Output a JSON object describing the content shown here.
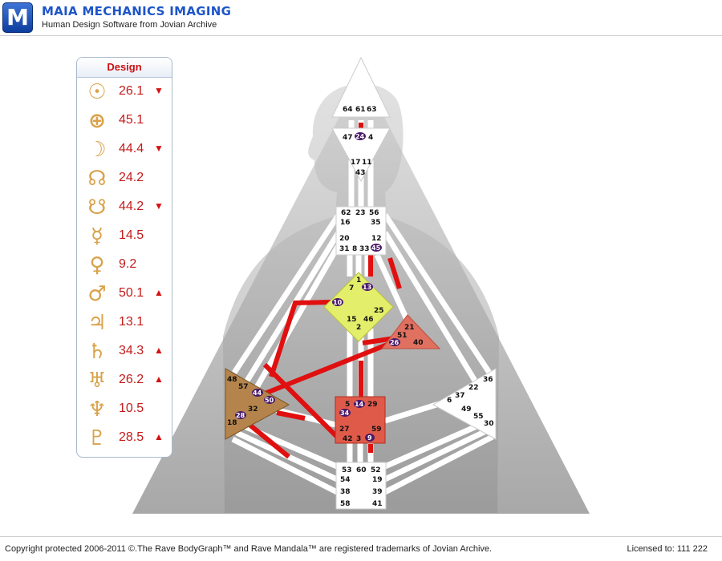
{
  "header": {
    "logo_letter": "M",
    "title": "MAIA MECHANICS IMAGING",
    "subtitle": "Human Design Software from Jovian Archive"
  },
  "panel": {
    "title": "Design",
    "planets": [
      {
        "icon": "sun-icon",
        "glyph": "☉",
        "value": "26.1",
        "arrow": "▼"
      },
      {
        "icon": "earth-icon",
        "glyph": "⊕",
        "value": "45.1",
        "arrow": ""
      },
      {
        "icon": "moon-icon",
        "glyph": "☽",
        "value": "44.4",
        "arrow": "▼"
      },
      {
        "icon": "north-node-icon",
        "glyph": "☊",
        "value": "24.2",
        "arrow": ""
      },
      {
        "icon": "south-node-icon",
        "glyph": "☋",
        "value": "44.2",
        "arrow": "▼"
      },
      {
        "icon": "mercury-icon",
        "glyph": "☿",
        "value": "14.5",
        "arrow": ""
      },
      {
        "icon": "venus-icon",
        "glyph": "♀",
        "value": "9.2",
        "arrow": ""
      },
      {
        "icon": "mars-icon",
        "glyph": "♂",
        "value": "50.1",
        "arrow": "▲"
      },
      {
        "icon": "jupiter-icon",
        "glyph": "♃",
        "value": "13.1",
        "arrow": ""
      },
      {
        "icon": "saturn-icon",
        "glyph": "♄",
        "value": "34.3",
        "arrow": "▲"
      },
      {
        "icon": "uranus-icon",
        "glyph": "♅",
        "value": "26.2",
        "arrow": "▲"
      },
      {
        "icon": "neptune-icon",
        "glyph": "♆",
        "value": "10.5",
        "arrow": ""
      },
      {
        "icon": "pluto-icon",
        "glyph": "♇",
        "value": "28.5",
        "arrow": "▲"
      }
    ]
  },
  "bodygraph": {
    "colors": {
      "active_channel": "#e01010",
      "defined_g": "#e3ef6a",
      "defined_sacral": "#e05a4a",
      "defined_spleen": "#b4844c",
      "defined_ego": "#e07060",
      "activated_gate": "#4a1a6a"
    },
    "head": {
      "gates": [
        "64",
        "61",
        "63"
      ]
    },
    "ajna": {
      "gates": [
        "47",
        "24",
        "4",
        "17",
        "11",
        "43"
      ]
    },
    "throat": {
      "gates": [
        "62",
        "23",
        "56",
        "16",
        "35",
        "20",
        "12",
        "31",
        "8",
        "33",
        "45"
      ]
    },
    "g_center": {
      "gates": [
        "1",
        "13",
        "7",
        "10",
        "25",
        "15",
        "46",
        "2"
      ]
    },
    "ego": {
      "gates": [
        "21",
        "51",
        "26",
        "40"
      ]
    },
    "spleen": {
      "gates": [
        "48",
        "57",
        "44",
        "50",
        "32",
        "28",
        "18"
      ]
    },
    "sacral": {
      "gates": [
        "5",
        "14",
        "29",
        "34",
        "27",
        "59",
        "42",
        "3",
        "9"
      ]
    },
    "solar_plexus": {
      "gates": [
        "36",
        "22",
        "6",
        "37",
        "49",
        "55",
        "30"
      ]
    },
    "root": {
      "gates": [
        "53",
        "60",
        "52",
        "54",
        "19",
        "38",
        "39",
        "58",
        "41"
      ]
    }
  },
  "footer": {
    "copyright": "Copyright protected 2006-2011 ©.The Rave BodyGraph™ and Rave Mandala™ are registered trademarks of Jovian Archive.",
    "license": "Licensed to: 111 222"
  }
}
